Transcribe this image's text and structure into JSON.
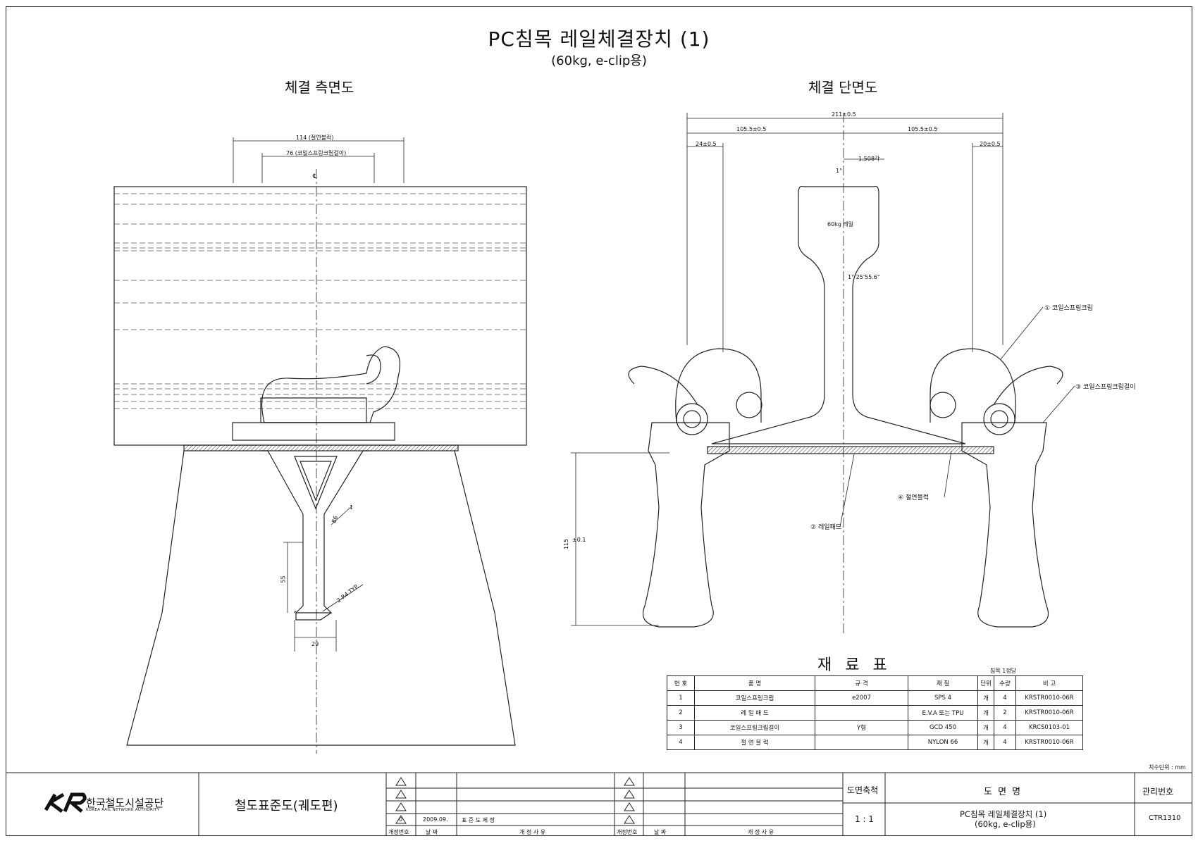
{
  "header": {
    "title": "PC침목 레일체결장치 (1)",
    "subtitle": "(60kg, e-clip용)"
  },
  "views": {
    "side_label": "체결 측면도",
    "section_label": "체결 단면도"
  },
  "side_dims": {
    "d114": "114 (절연블럭)",
    "d76": "76 (코일스프링크립걸이)",
    "centerline": "℄",
    "d55": "55",
    "d29": "29",
    "typ": "2-R4 TYP.",
    "d86": "86",
    "one": "1"
  },
  "section_dims": {
    "d211": "211±0.5",
    "d105l": "105.5±0.5",
    "d105r": "105.5±0.5",
    "d24": "24±0.5",
    "d20": "20±0.5",
    "d1508": "1.508각",
    "deg1": "1°",
    "rail": "60kg 레일",
    "angle": "1° 25'55.6\"",
    "d115": "115",
    "tol": "±0.1"
  },
  "callouts": [
    {
      "num": "①",
      "label": "코일스프링크립"
    },
    {
      "num": "③",
      "label": "코일스프링크립걸이"
    },
    {
      "num": "④",
      "label": "절연블럭"
    },
    {
      "num": "②",
      "label": "레일패드"
    }
  ],
  "materials": {
    "title": "재 료 표",
    "note": "침목 1정당",
    "headers": [
      "번 호",
      "품 명",
      "규 격",
      "재 질",
      "단위",
      "수량",
      "비 고"
    ],
    "rows": [
      [
        "1",
        "코일스프링크립",
        "e2007",
        "SPS 4",
        "개",
        "4",
        "KRSTR0010-06R"
      ],
      [
        "2",
        "레 일 패 드",
        "",
        "E.V.A 또는 TPU",
        "개",
        "2",
        "KRSTR0010-06R"
      ],
      [
        "3",
        "코일스프링크립걸이",
        "Y형",
        "GCD 450",
        "개",
        "4",
        "KRCS0103-01"
      ],
      [
        "4",
        "절 연 블 럭",
        "",
        "NYLON 66",
        "개",
        "4",
        "KRSTR0010-06R"
      ]
    ]
  },
  "title_block": {
    "unit_note": "치수단위 : mm",
    "org_name": "한국철도시설공단",
    "org_sub": "KOREA RAIL NETWORK AUTHORITY",
    "standard": "철도표준도(궤도편)",
    "rev_date": "2009.09.",
    "rev_reason": "표 준 도 제 정",
    "rev_no_header": "개정번호",
    "date_header": "날 짜",
    "reason_header": "개 정 사 유",
    "scale_header": "도면축척",
    "scale": "1 : 1",
    "drawing_name_header": "도 면 명",
    "drawing_name_1": "PC침목 레일체결장치 (1)",
    "drawing_name_2": "(60kg, e-clip용)",
    "mgmt_header": "관리번호",
    "mgmt_no": "CTR1310",
    "rev_mark": "0"
  }
}
